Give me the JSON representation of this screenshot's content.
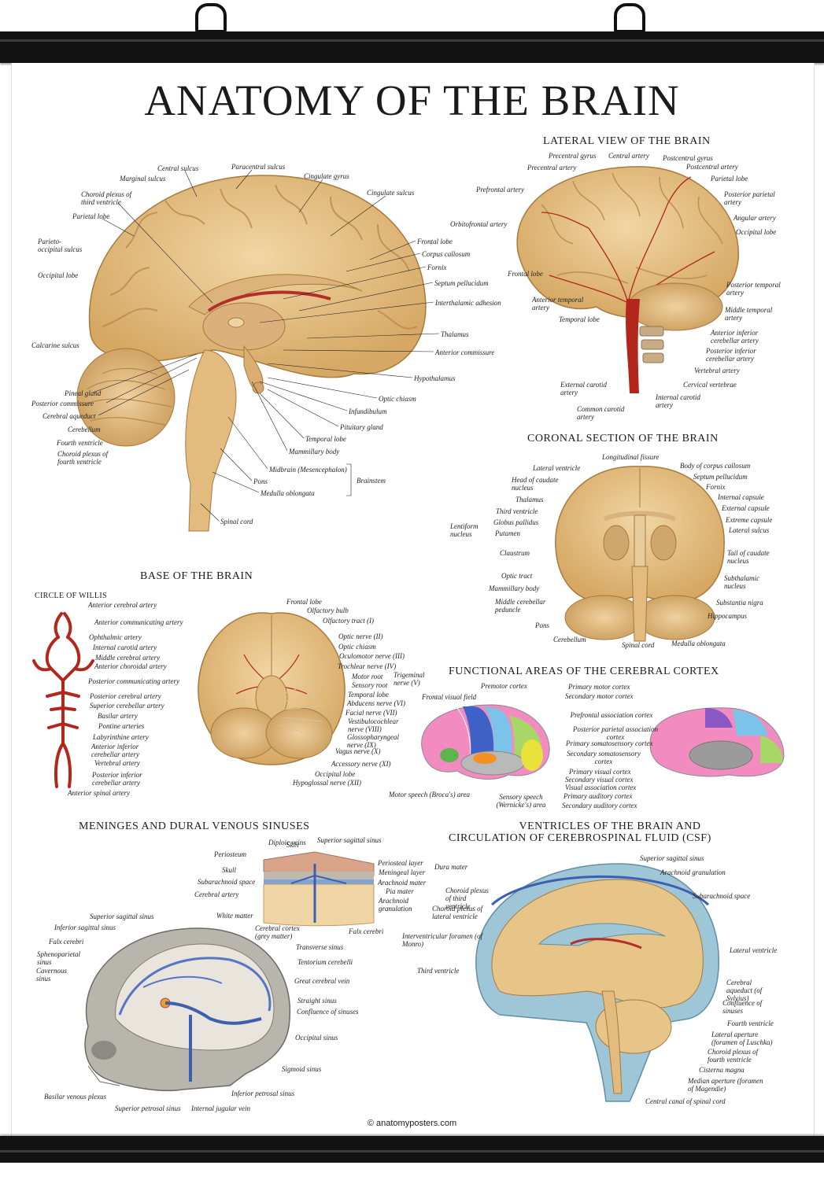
{
  "title": "ANATOMY OF THE BRAIN",
  "credit": "© anatomyposters.com",
  "sections": {
    "lateral": {
      "title": "LATERAL VIEW OF THE BRAIN",
      "labels": [
        "Precentral gyrus",
        "Central artery",
        "Postcentral gyrus",
        "Precentral artery",
        "Postcentral artery",
        "Parietal lobe",
        "Prefrontal artery",
        "Posterior parietal artery",
        "Angular artery",
        "Orbitofrontal artery",
        "Occipital lobe",
        "Frontal lobe",
        "Posterior temporal artery",
        "Anterior temporal artery",
        "Middle temporal artery",
        "Temporal lobe",
        "Anterior inferior cerebellar artery",
        "Posterior inferior cerebellar artery",
        "Vertebral artery",
        "External carotid artery",
        "Cervical vertebrae",
        "Internal carotid artery",
        "Common carotid artery"
      ]
    },
    "sagittal": {
      "labels": [
        "Central sulcus",
        "Paracentral sulcus",
        "Marginal sulcus",
        "Cingulate gyrus",
        "Choroid plexus of third ventricle",
        "Cingulate sulcus",
        "Parietal lobe",
        "Parieto-occipital sulcus",
        "Frontal lobe",
        "Corpus callosum",
        "Fornix",
        "Occipital lobe",
        "Septum pellucidum",
        "Interthalamic adhesion",
        "Calcarine sulcus",
        "Thalamus",
        "Anterior commissure",
        "Hypothalamus",
        "Pineal gland",
        "Posterior commissure",
        "Optic chiasm",
        "Cerebral aqueduct",
        "Infundibulum",
        "Cerebellum",
        "Pituitary gland",
        "Fourth ventricle",
        "Temporal lobe",
        "Choroid plexus of fourth ventricle",
        "Mammillary body",
        "Midbrain (Mesencephalon)",
        "Pons",
        "Brainstem",
        "Medulla oblongata",
        "Spinal cord"
      ]
    },
    "coronal": {
      "title": "CORONAL SECTION OF THE BRAIN",
      "labels": [
        "Longitudinal fissure",
        "Lateral ventricle",
        "Body of corpus callosum",
        "Head of caudate nucleus",
        "Septum pellucidum",
        "Fornix",
        "Thalamus",
        "Internal capsule",
        "Third ventricle",
        "External capsule",
        "Globus pallidus",
        "Extreme capsule",
        "Lentiform nucleus",
        "Putamen",
        "Lateral sulcus",
        "Claustrum",
        "Tail of caudate nucleus",
        "Optic tract",
        "Subthalamic nucleus",
        "Mammillary body",
        "Substantia nigra",
        "Middle cerebellar peduncle",
        "Hippocampus",
        "Pons",
        "Cerebellum",
        "Spinal cord",
        "Medulla oblongata"
      ]
    },
    "base": {
      "title": "BASE OF THE BRAIN",
      "willis_title": "CIRCLE OF WILLIS",
      "willis_labels": [
        "Anterior cerebral artery",
        "Anterior communicating artery",
        "Ophthalmic artery",
        "Internal carotid artery",
        "Middle cerebral artery",
        "Anterior choroidal artery",
        "Posterior communicating artery",
        "Posterior cerebral artery",
        "Superior cerebellar artery",
        "Basilar artery",
        "Pontine arteries",
        "Labyrinthine artery",
        "Anterior inferior cerebellar artery",
        "Vertebral artery",
        "Posterior inferior cerebellar artery",
        "Anterior spinal artery"
      ],
      "labels": [
        "Frontal lobe",
        "Olfactory bulb",
        "Olfactory tract (I)",
        "Optic nerve (II)",
        "Optic chiasm",
        "Oculomotor nerve (III)",
        "Trochlear nerve (IV)",
        "Motor root",
        "Trigeminal nerve (V)",
        "Sensory root",
        "Temporal lobe",
        "Abducens nerve (VI)",
        "Facial nerve (VII)",
        "Vestibulocochlear nerve (VIII)",
        "Glossopharyngeal nerve (IX)",
        "Vagus nerve (X)",
        "Accessory nerve (XI)",
        "Occipital lobe",
        "Hypoglossal nerve (XII)"
      ]
    },
    "functional": {
      "title": "FUNCTIONAL AREAS OF THE CEREBRAL CORTEX",
      "labels": [
        "Premotor cortex",
        "Primary motor cortex",
        "Frontal visual field",
        "Secondary motor cortex",
        "Prefrontal association cortex",
        "Posterior parietal association cortex",
        "Primary somatosensory cortex",
        "Secondary somatosensory cortex",
        "Primary visual cortex",
        "Secondary visual cortex",
        "Visual association cortex",
        "Motor speech (Broca's) area",
        "Sensory speech (Wernicke's) area",
        "Primary auditory cortex",
        "Secondary auditory cortex"
      ]
    },
    "meninges": {
      "title": "MENINGES AND DURAL VENOUS SINUSES",
      "labels": [
        "Skin",
        "Diploic veins",
        "Superior sagittal sinus",
        "Periosteum",
        "Periosteal layer",
        "Dura mater",
        "Skull",
        "Meningeal layer",
        "Subarachnoid space",
        "Arachnoid mater",
        "Cerebral artery",
        "Pia mater",
        "Arachnoid granulation",
        "White matter",
        "Cerebral cortex (grey matter)",
        "Falx cerebri",
        "Superior sagittal sinus",
        "Inferior sagittal sinus",
        "Transverse sinus",
        "Falx cerebri",
        "Tentorium cerebelli",
        "Sphenoparietal sinus",
        "Cavernous sinus",
        "Great cerebral vein",
        "Straight sinus",
        "Confluence of sinuses",
        "Occipital sinus",
        "Sigmoid sinus",
        "Basilar venous plexus",
        "Inferior petrosal sinus",
        "Superior petrosal sinus",
        "Internal jugular vein"
      ]
    },
    "ventricles": {
      "title_line1": "VENTRICLES OF THE BRAIN AND",
      "title_line2": "CIRCULATION OF CEREBROSPINAL FLUID (CSF)",
      "labels": [
        "Superior sagittal sinus",
        "Arachnoid granulation",
        "Choroid plexus of third ventricle",
        "Subarachnoid space",
        "Choroid plexus of lateral ventricle",
        "Interventricular foramen (of Monro)",
        "Lateral ventricle",
        "Third ventricle",
        "Cerebral aqueduct (of Sylvius)",
        "Confluence of sinuses",
        "Fourth ventricle",
        "Lateral aperture (foramen of Luschka)",
        "Choroid plexus of fourth ventricle",
        "Cisterna magna",
        "Median aperture (foramen of Magendie)",
        "Central canal of spinal cord"
      ]
    }
  },
  "colors": {
    "brain": "#e7c487",
    "brain_dark": "#c99a55",
    "artery": "#b2261c",
    "vein": "#3c5fb0",
    "csf": "#9fc6d6",
    "hanger": "#121212"
  }
}
